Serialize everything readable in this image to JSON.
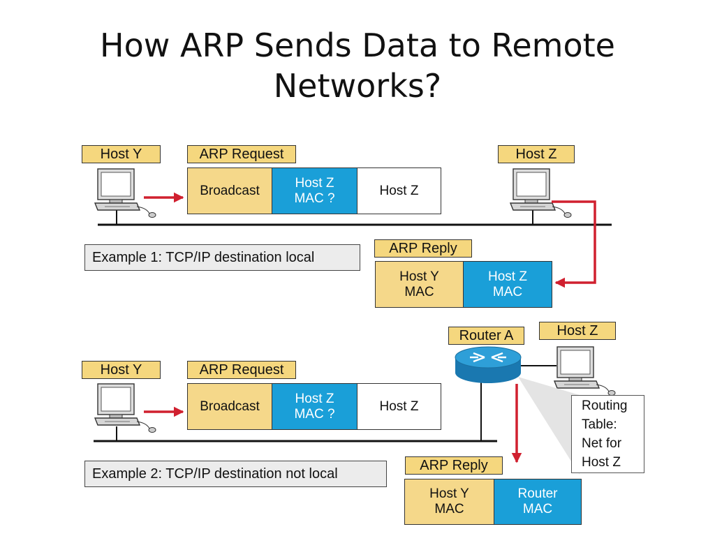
{
  "title": {
    "line1": "How ARP Sends Data to Remote",
    "line2": "Networks?"
  },
  "example1": {
    "host_y_label": "Host Y",
    "host_z_label": "Host Z",
    "request": {
      "label": "ARP Request",
      "broadcast": "Broadcast",
      "target_mac": [
        "Host Z",
        "MAC ?"
      ],
      "target_host": "Host Z"
    },
    "reply": {
      "label": "ARP Reply",
      "first": [
        "Host Y",
        "MAC"
      ],
      "second": [
        "Host Z",
        "MAC"
      ]
    },
    "caption": "Example 1: TCP/IP destination local"
  },
  "example2": {
    "host_y_label": "Host Y",
    "host_z_label": "Host Z",
    "router_label": "Router A",
    "request": {
      "label": "ARP Request",
      "broadcast": "Broadcast",
      "target_mac": [
        "Host Z",
        "MAC ?"
      ],
      "target_host": "Host Z"
    },
    "reply": {
      "label": "ARP Reply",
      "first": [
        "Host Y",
        "MAC"
      ],
      "second": [
        "Router",
        "MAC"
      ]
    },
    "routing_table": [
      "Routing",
      "Table:",
      "Net for",
      "Host Z"
    ],
    "caption": "Example 2: TCP/IP destination not local"
  },
  "colors": {
    "label_fill": "#f5d77e",
    "mac_blue": "#1a9fd8",
    "arrow_red": "#d0202f",
    "router_blue": "#1e8fc8"
  },
  "icons": {
    "computer": "desktop-computer-icon",
    "router": "router-icon"
  }
}
